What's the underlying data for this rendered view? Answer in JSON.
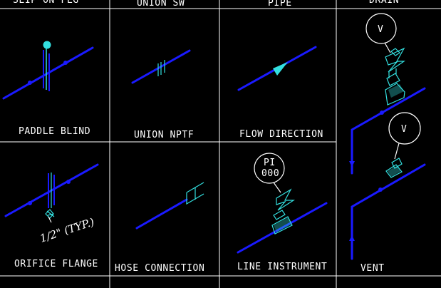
{
  "colors": {
    "background": "#000000",
    "grid": "#ffffff",
    "pipe": "#1a1aff",
    "symbol": "#33e0e0",
    "text": "#ffffff"
  },
  "header_labels": {
    "col1": "SLIP ON FLG",
    "col2": "UNION SW",
    "col3": "PIPE",
    "col4": "DRAIN"
  },
  "cells": {
    "paddle_blind": "PADDLE BLIND",
    "union_nptf": "UNION NPTF",
    "flow_direction": "FLOW DIRECTION",
    "orifice_flange": "ORIFICE FLANGE",
    "hose_connection": "HOSE CONNECTION",
    "line_instrument": "LINE INSTRUMENT",
    "vent": "VENT"
  },
  "annotations": {
    "orifice_note": "1/2\" (TYP.)",
    "instrument_tag_top": "PI",
    "instrument_tag_bottom": "000",
    "valve_letter_upper": "V",
    "valve_letter_lower": "V"
  }
}
